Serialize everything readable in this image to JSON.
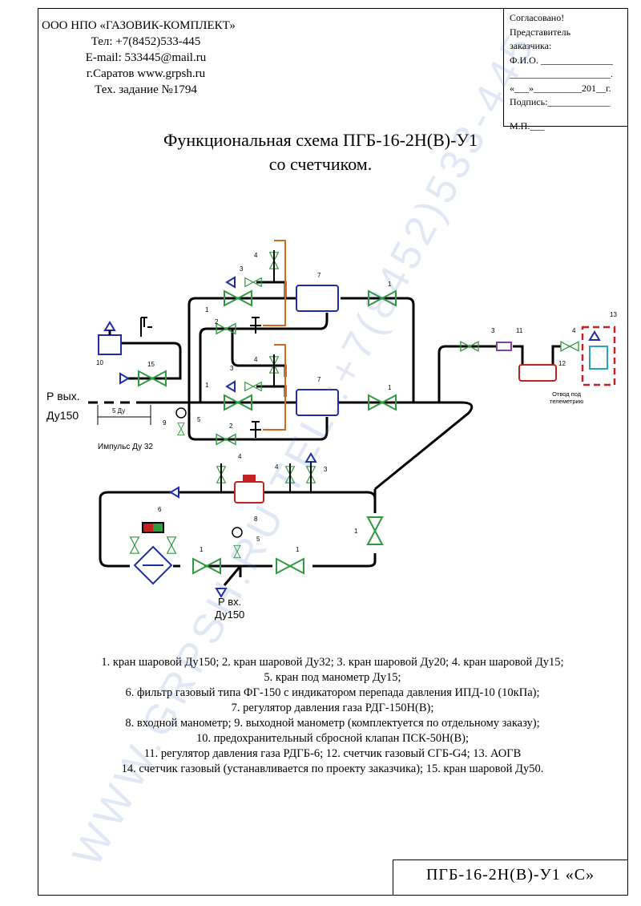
{
  "company": {
    "name": "ООО НПО «ГАЗОВИК-КОМПЛЕКТ»",
    "phone": "Тел: +7(8452)533-445",
    "email": "E-mail: 533445@mail.ru",
    "city_site": "г.Саратов  www.grpsh.ru",
    "task": "Тех. задание №1794"
  },
  "approval": {
    "line1": "Согласовано!",
    "line2": "Представитель",
    "line3": "заказчика:",
    "line4": "Ф.И.О. _______________",
    "line5": "_____________________.",
    "line6": "«___»__________201__г.",
    "line7": "Подпись:_____________",
    "stamp": "М.П.___"
  },
  "heading": {
    "line1": "Функциональная схема ПГБ-16-2Н(В)-У1",
    "line2": "со счетчиком."
  },
  "diagram": {
    "outlet_label1": "Р вых.",
    "outlet_label2": "Ду150",
    "dim_label": "5 Ду",
    "impulse_label": "Импульс Ду 32",
    "inlet_label1": "Р вх.",
    "inlet_label2": "Ду150",
    "telemetry1": "Отвод под",
    "telemetry2": "телеметрию",
    "colors": {
      "valve": "#2e9b3e",
      "pipe": "#000000",
      "orange": "#d2691e",
      "regulator": "#1f2ea8",
      "red": "#c42020",
      "purple": "#8a3fa8",
      "teal": "#2aa3b8",
      "arrow": "#1f2ea8"
    }
  },
  "legend": {
    "l1": "1. кран шаровой Ду150; 2. кран шаровой Ду32; 3. кран шаровой Ду20; 4. кран шаровой Ду15;",
    "l2": "5. кран под манометр Ду15;",
    "l3": "6. фильтр газовый типа ФГ-150 с индикатором перепада давления ИПД-10 (10кПа);",
    "l4": "7. регулятор давления газа РДГ-150Н(В);",
    "l5": "8. входной манометр; 9. выходной манометр (комплектуется по отдельному заказу);",
    "l6": "10. предохранительный сбросной клапан ПСК-50Н(В);",
    "l7": "11. регулятор давления газа РДГБ-6; 12. счетчик газовый СГБ-G4; 13. АОГВ",
    "l8": "14. счетчик газовый (устанавливается по проекту заказчика); 15. кран шаровой Ду50."
  },
  "title_block": "ПГБ-16-2Н(В)-У1 «С»",
  "watermark": "WWW.GRPSH.RU TEL.:+7(8452)533-445"
}
